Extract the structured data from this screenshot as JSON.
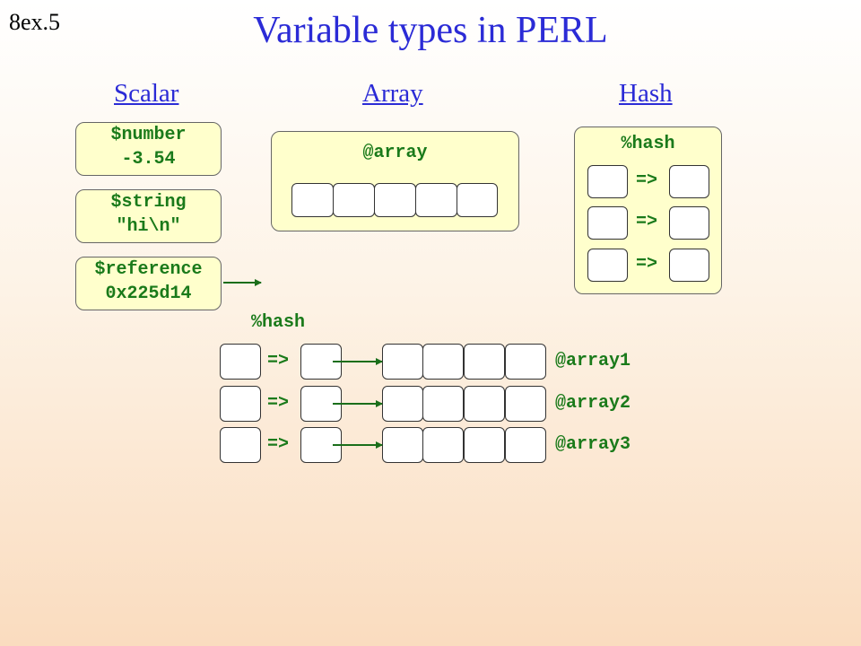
{
  "slide_number": "8ex.5",
  "title": "Variable types in PERL",
  "headings": {
    "scalar": "Scalar",
    "array": "Array",
    "hash": "Hash"
  },
  "scalars": {
    "number": {
      "name": "$number",
      "value": "-3.54"
    },
    "string": {
      "name": "$string",
      "value": "\"hi\\n\""
    },
    "reference": {
      "name": "$reference",
      "value": "0x225d14"
    }
  },
  "array_box": {
    "name": "@array"
  },
  "hash_box": {
    "name": "%hash",
    "arrow": "=>"
  },
  "hash_of_arrays": {
    "name": "%hash",
    "arrow": "=>",
    "arrays": [
      "@array1",
      "@array2",
      "@array3"
    ]
  },
  "colors": {
    "title": "#2b2bd6",
    "code": "#1a7a1a",
    "card": "#ffffcc"
  }
}
